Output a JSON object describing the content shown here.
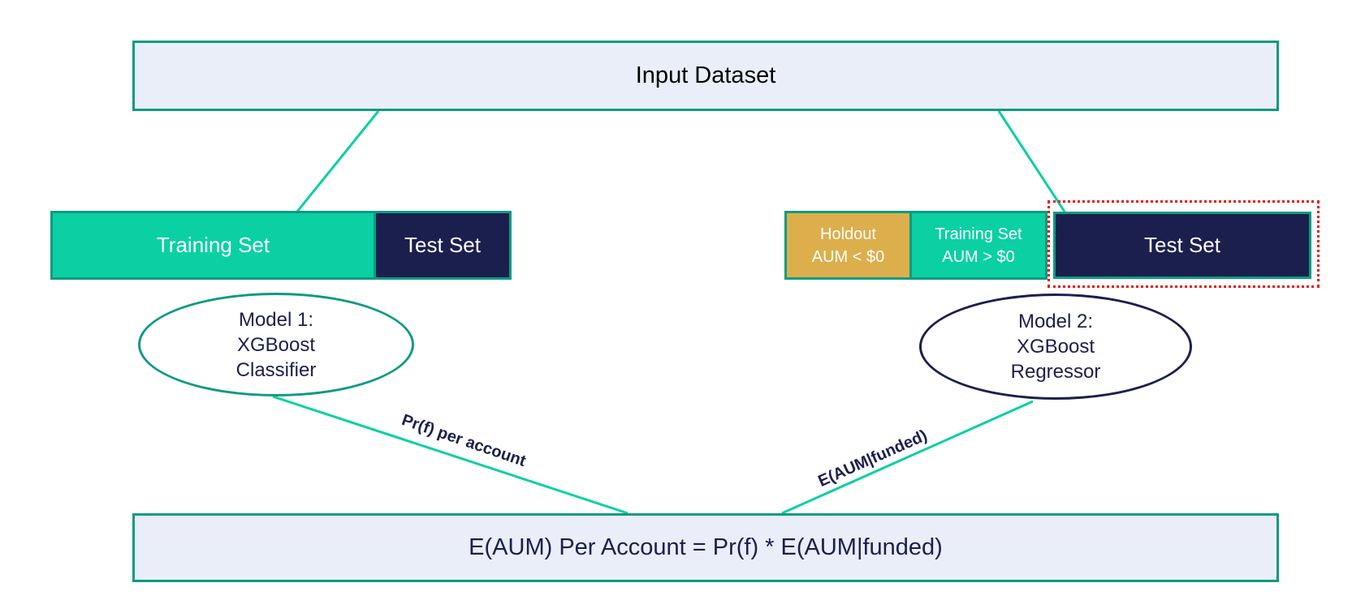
{
  "input_box": {
    "label": "Input Dataset"
  },
  "left_bar": {
    "training": "Training Set",
    "test": "Test Set"
  },
  "right_bar": {
    "holdout": {
      "lines": [
        "Holdout",
        "AUM < $0"
      ]
    },
    "training": {
      "lines": [
        "Training Set",
        "AUM > $0"
      ]
    },
    "test": "Test Set"
  },
  "model1": {
    "lines": [
      "Model 1:",
      "XGBoost",
      "Classifier"
    ]
  },
  "model2": {
    "lines": [
      "Model 2:",
      "XGBoost",
      "Regressor"
    ]
  },
  "edge_labels": {
    "left": "Pr(f) per account",
    "right": "E(AUM|funded)"
  },
  "output_box": {
    "label": "E(AUM) Per Account = Pr(f) * E(AUM|funded)"
  },
  "colors": {
    "teal_fill": "#0bd0a4",
    "teal_border": "#0e9b80",
    "navy": "#1b1f4d",
    "gold": "#dcaf4c",
    "panel_fill": "#e9eef9",
    "red_dotted": "#e91409",
    "bar_text": "#ffffff",
    "input_text": "#000000"
  }
}
